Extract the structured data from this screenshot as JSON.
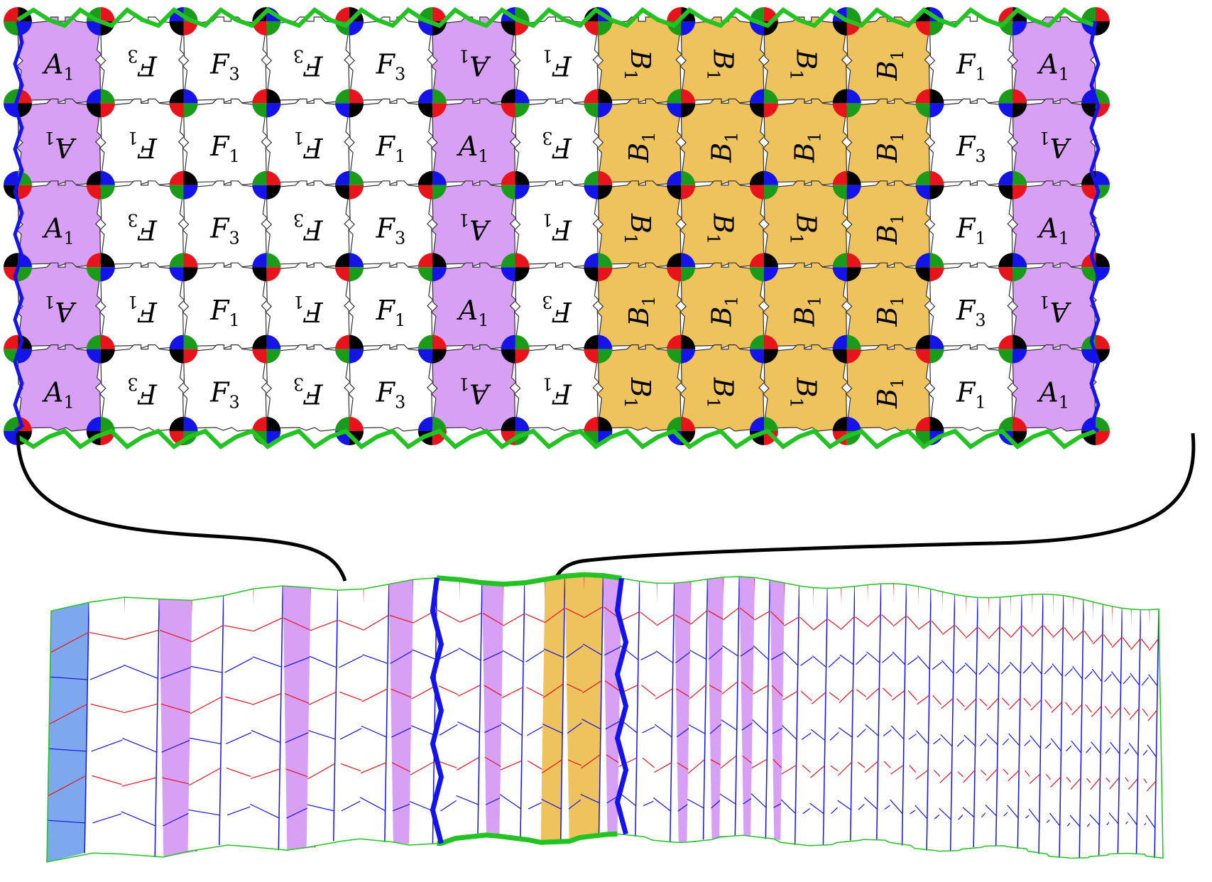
{
  "tiling": {
    "rows": [
      [
        "A",
        "F3r",
        "F3",
        "F3r",
        "F3",
        "Ar",
        "F1r",
        "B",
        "B",
        "B",
        "Br",
        "F1",
        "A"
      ],
      [
        "Ar",
        "F1r",
        "F1",
        "F1r",
        "F1",
        "A",
        "F3r",
        "Br",
        "Br",
        "Br",
        "Br",
        "F3",
        "Ar"
      ],
      [
        "A",
        "F3r",
        "F3",
        "F3r",
        "F3",
        "Ar",
        "F1r",
        "B",
        "B",
        "B",
        "Br",
        "F1",
        "A"
      ],
      [
        "Ar",
        "F1r",
        "F1",
        "F1r",
        "F1",
        "A",
        "F3r",
        "Br",
        "Br",
        "Br",
        "Br",
        "F3",
        "Ar"
      ],
      [
        "A",
        "F3r",
        "F3",
        "F3r",
        "F3",
        "Ar",
        "F1r",
        "B",
        "B",
        "B",
        "Br",
        "F1",
        "A"
      ]
    ],
    "tile_labels": {
      "A": {
        "base": "A",
        "sub": "1"
      },
      "Ar": {
        "base": "A",
        "sub": "1"
      },
      "B": {
        "base": "B",
        "sub": "1"
      },
      "Br": {
        "base": "B",
        "sub": "1"
      },
      "F1": {
        "base": "F",
        "sub": "1"
      },
      "F1r": {
        "base": "F",
        "sub": "1"
      },
      "F3": {
        "base": "F",
        "sub": "3"
      },
      "F3r": {
        "base": "F",
        "sub": "3"
      }
    },
    "tile_colors": {
      "A": "#d8a0f5",
      "Ar": "#d8a0f5",
      "B": "#eec25c",
      "Br": "#eec25c",
      "F1": "#ffffff",
      "F1r": "#ffffff",
      "F3": "#ffffff",
      "F3r": "#ffffff"
    },
    "joint_colors": [
      "#000000",
      "#e8141b",
      "#1a9c1a",
      "#1414e8"
    ],
    "border_top_color": "#22c322",
    "border_side_color": "#1414e8"
  },
  "strip": {
    "columns": [
      "blue",
      "white",
      "white",
      "purple",
      "white",
      "white",
      "white",
      "purple",
      "white",
      "white",
      "white",
      "purple",
      "white",
      "white",
      "white",
      "purple",
      "white",
      "white",
      "orange",
      "orange",
      "orange",
      "purple",
      "white",
      "white",
      "white",
      "purple",
      "white",
      "purple",
      "white",
      "purple",
      "white",
      "purple",
      "white",
      "white",
      "white",
      "white",
      "white",
      "white",
      "white",
      "white",
      "white",
      "white",
      "white",
      "white",
      "white",
      "white",
      "white",
      "white",
      "white",
      "white",
      "white",
      "white",
      "white",
      "white",
      "white",
      "white",
      "white",
      "white",
      "white",
      "white",
      "white",
      "white",
      "white",
      "white",
      "white"
    ],
    "fill_colors": {
      "blue": "#7ea8ee",
      "white": "#ffffff",
      "purple": "#d8a0f5",
      "orange": "#eec25c"
    },
    "line_red": "#e8141b",
    "line_blue": "#1414e8",
    "outline_green": "#22c322",
    "connector_color": "#000000"
  }
}
